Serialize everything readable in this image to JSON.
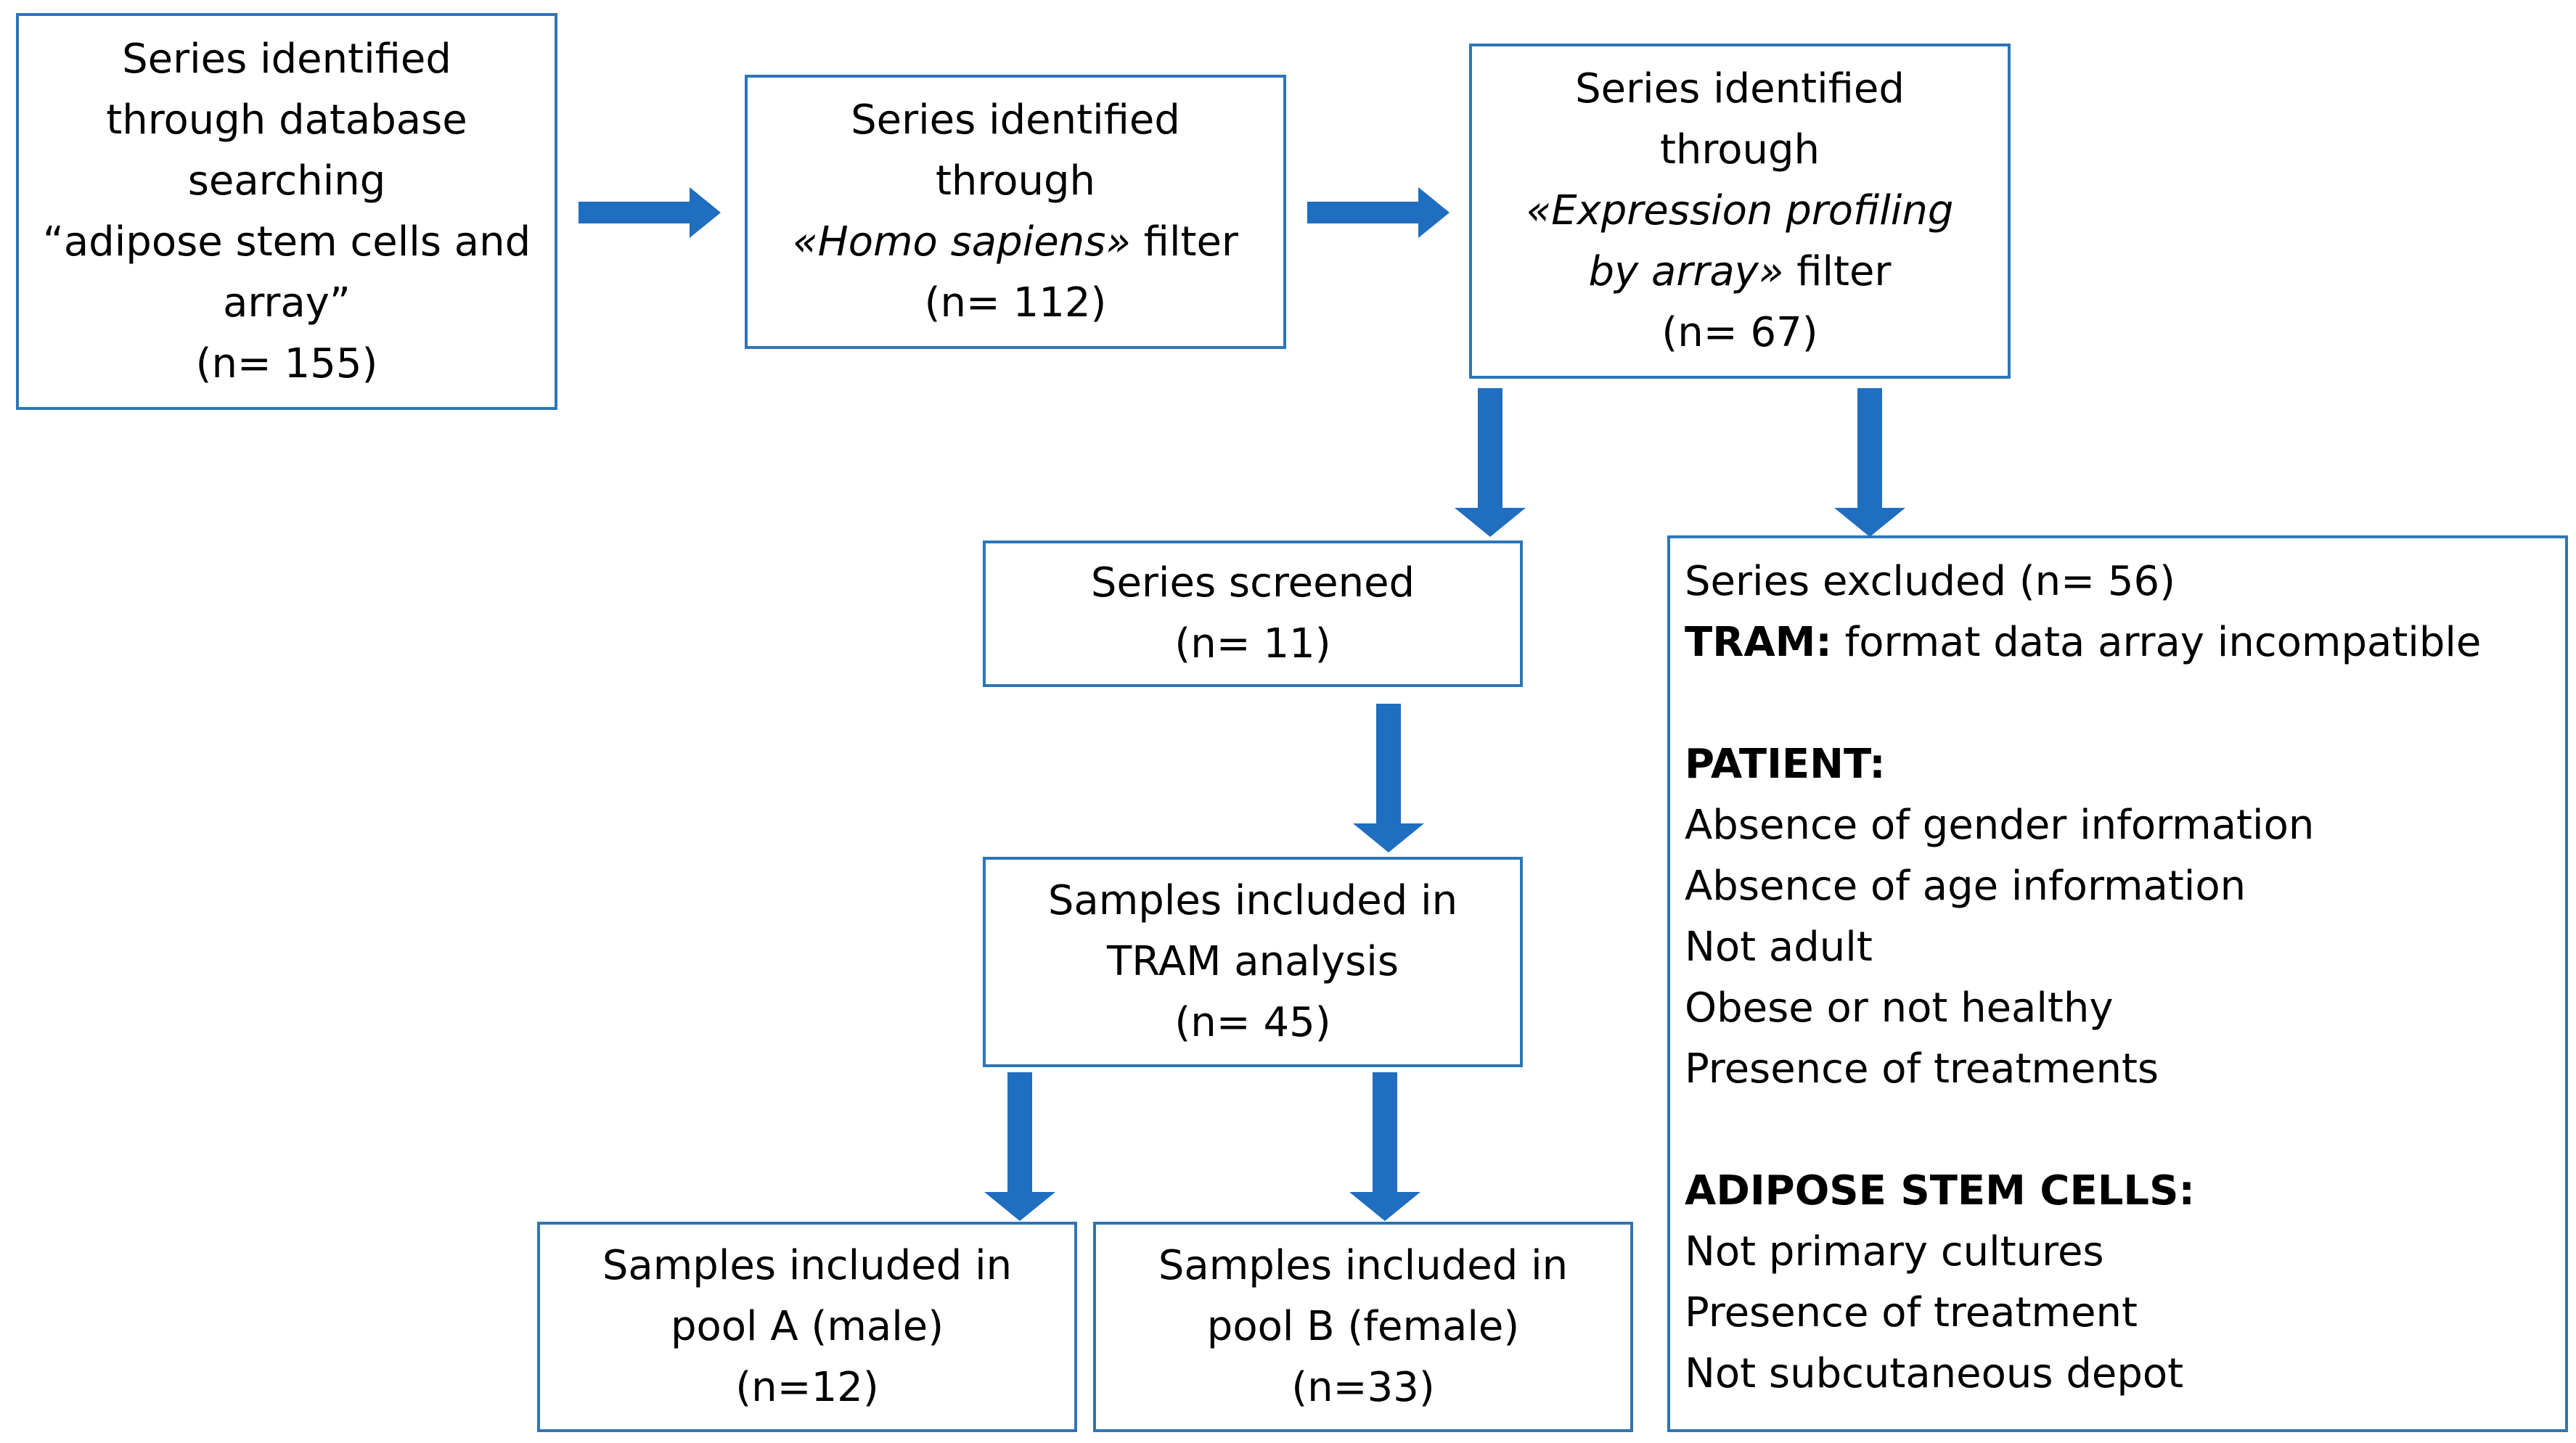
{
  "colors": {
    "box_border": "#2E75B6",
    "arrow": "#1F6EBF"
  },
  "box_database": {
    "line1": "Series identified",
    "line2": "through database",
    "line3": "searching",
    "line4": "“adipose stem cells and",
    "line5": "array”",
    "count": "(n= 155)"
  },
  "box_homo": {
    "line1": "Series identified",
    "line2": "through",
    "filter_name": "«Homo sapiens»",
    "filter_suffix": " filter",
    "count": "(n= 112)"
  },
  "box_expression": {
    "line1": "Series identified",
    "line2": "through",
    "filter_name_1": "«Expression profiling",
    "filter_name_2": "by array»",
    "filter_suffix": " filter",
    "count": "(n= 67)"
  },
  "box_screened": {
    "line1": "Series screened",
    "count": "(n= 11)"
  },
  "box_tram": {
    "line1": "Samples included in",
    "line2": "TRAM analysis",
    "count": "(n= 45)"
  },
  "box_pool_a": {
    "line1": "Samples included in",
    "line2": "pool A (male)",
    "count": "(n=12)"
  },
  "box_pool_b": {
    "line1": "Samples included in",
    "line2": "pool B (female)",
    "count": "(n=33)"
  },
  "box_excluded": {
    "title": "Series excluded (n= 56)",
    "tram_label": "TRAM:",
    "tram_text": "  format data array incompatible",
    "patient_heading": "PATIENT:",
    "patient_items": [
      "Absence of  gender information",
      "Absence of age information",
      "Not adult",
      "Obese or not healthy",
      "Presence of treatments"
    ],
    "stem_heading": "ADIPOSE STEM CELLS:",
    "stem_items": [
      "Not primary cultures",
      "Presence of treatment",
      "Not subcutaneous depot"
    ]
  }
}
